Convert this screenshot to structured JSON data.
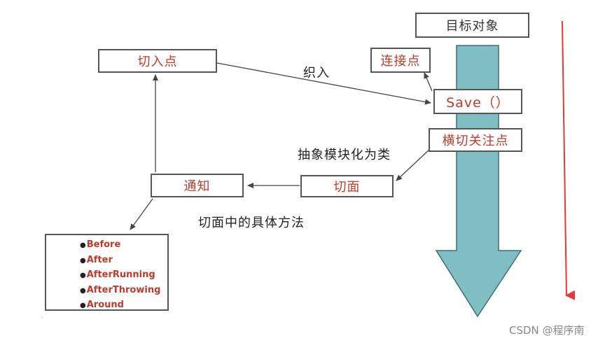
{
  "nodes": {
    "target_object": "目标对象",
    "join_point": "连接点",
    "save": "Save（）",
    "crosscut_concern": "横切关注点",
    "pointcut": "切入点",
    "advice": "通知",
    "aspect": "切面"
  },
  "labels": {
    "weave": "织入",
    "abstract_modularize": "抽象模块化为类",
    "aspect_methods": "切面中的具体方法"
  },
  "advice_types": [
    "Before",
    "After",
    "AfterRunning",
    "AfterThrowing",
    "Around"
  ],
  "watermark": "CSDN @程序南",
  "colors": {
    "arrow_fill": "#7fbfc4",
    "arrow_stroke": "#3e6f78",
    "text_red": "#c0392b",
    "red_line": "#e53935"
  }
}
